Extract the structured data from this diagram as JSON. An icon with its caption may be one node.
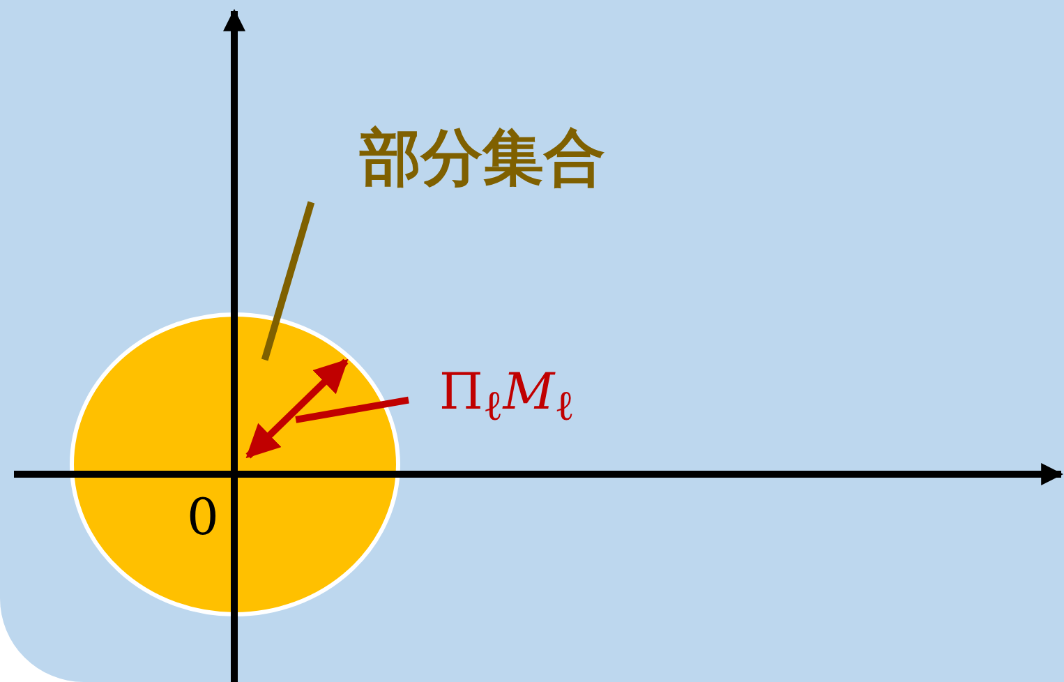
{
  "diagram": {
    "nodes": [
      {
        "text": [],
        "shape": "circle"
      },
      {
        "text": [
          "部分集合"
        ]
      },
      {
        "text": [
          "Π$_{ℓ}$*M*$_{ℓ}$"
        ]
      }
    ],
    "edges": [
      {
        "from": 1,
        "to": 0,
        "arrow": "none",
        "color": "#7f6000"
      },
      {
        "from": 2,
        "to": 0,
        "arrow": "none",
        "color": "#c00000"
      }
    ],
    "labels": [
      "0"
    ]
  }
}
